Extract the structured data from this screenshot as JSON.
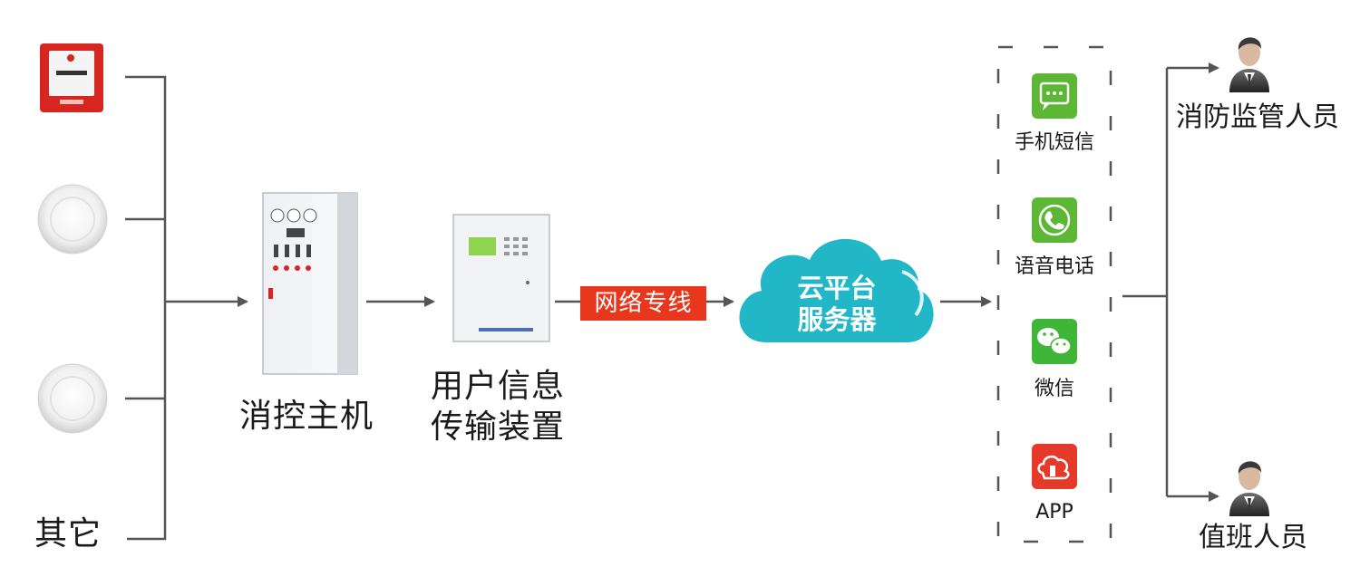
{
  "inputs": {
    "other_label": "其它"
  },
  "host": {
    "label": "消控主机"
  },
  "transmitter": {
    "line1": "用户信息",
    "line2": "传输装置"
  },
  "link": {
    "label": "网络专线"
  },
  "cloud": {
    "line1": "云平台",
    "line2": "服务器"
  },
  "channels": [
    {
      "label": "手机短信",
      "icon": "sms-icon",
      "color": "#5cb734"
    },
    {
      "label": "语音电话",
      "icon": "phone-icon",
      "color": "#5cb734"
    },
    {
      "label": "微信",
      "icon": "wechat-icon",
      "color": "#3fb638"
    },
    {
      "label": "APP",
      "icon": "app-icon",
      "color": "#e53a2a"
    }
  ],
  "recipients": [
    {
      "label": "消防监管人员"
    },
    {
      "label": "值班人员"
    }
  ],
  "colors": {
    "line": "#555555",
    "cloud": "#21b7c6",
    "badge": "#e8371c"
  }
}
